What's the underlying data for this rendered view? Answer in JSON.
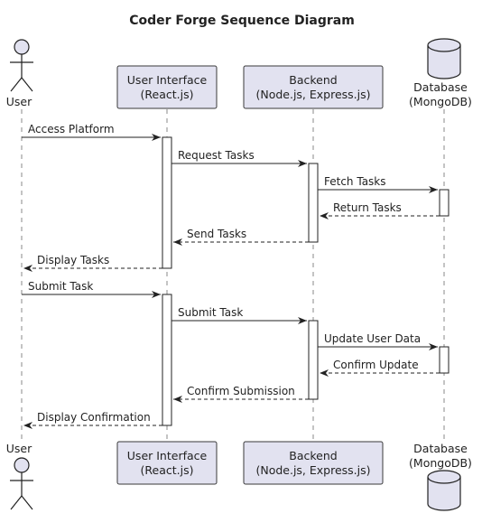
{
  "title": "Coder Forge Sequence Diagram",
  "colors": {
    "box_fill": "#e2e2f0",
    "box_stroke": "#3a3a3a",
    "lifeline": "#888888",
    "activation_fill": "#ffffff",
    "arrow": "#222222"
  },
  "participants": [
    {
      "id": "user",
      "kind": "actor",
      "label": "User"
    },
    {
      "id": "ui",
      "kind": "box",
      "label_lines": [
        "User Interface",
        "(React.js)"
      ]
    },
    {
      "id": "backend",
      "kind": "box",
      "label_lines": [
        "Backend",
        "(Node.js, Express.js)"
      ]
    },
    {
      "id": "db",
      "kind": "database",
      "label_lines": [
        "Database",
        "(MongoDB)"
      ]
    }
  ],
  "messages": [
    {
      "from": "user",
      "to": "ui",
      "label": "Access Platform",
      "style": "solid"
    },
    {
      "from": "ui",
      "to": "backend",
      "label": "Request Tasks",
      "style": "solid"
    },
    {
      "from": "backend",
      "to": "db",
      "label": "Fetch Tasks",
      "style": "solid"
    },
    {
      "from": "db",
      "to": "backend",
      "label": "Return Tasks",
      "style": "dashed"
    },
    {
      "from": "backend",
      "to": "ui",
      "label": "Send Tasks",
      "style": "dashed"
    },
    {
      "from": "ui",
      "to": "user",
      "label": "Display Tasks",
      "style": "dashed"
    },
    {
      "from": "user",
      "to": "ui",
      "label": "Submit Task",
      "style": "solid"
    },
    {
      "from": "ui",
      "to": "backend",
      "label": "Submit Task",
      "style": "solid"
    },
    {
      "from": "backend",
      "to": "db",
      "label": "Update User Data",
      "style": "solid"
    },
    {
      "from": "db",
      "to": "backend",
      "label": "Confirm Update",
      "style": "dashed"
    },
    {
      "from": "backend",
      "to": "ui",
      "label": "Confirm Submission",
      "style": "dashed"
    },
    {
      "from": "ui",
      "to": "user",
      "label": "Display Confirmation",
      "style": "dashed"
    }
  ]
}
